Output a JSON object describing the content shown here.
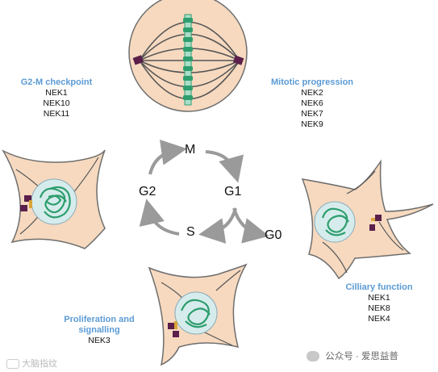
{
  "phases": {
    "m": "M",
    "g1": "G1",
    "s": "S",
    "g2": "G2",
    "g0": "G0"
  },
  "groups": {
    "g2m": {
      "title": "G2-M checkpoint",
      "genes": [
        "NEK1",
        "NEK10",
        "NEK11"
      ]
    },
    "mitotic": {
      "title": "Mitotic progression",
      "genes": [
        "NEK2",
        "NEK6",
        "NEK7",
        "NEK9"
      ]
    },
    "prolif": {
      "title_line1": "Proliferation and",
      "title_line2": "signalling",
      "genes": [
        "NEK3"
      ]
    },
    "cilia": {
      "title": "Cilliary function",
      "genes": [
        "NEK1",
        "NEK8",
        "NEK4"
      ]
    }
  },
  "watermark_left": "大脑指纹",
  "footer": "公众号 · 爱思益普",
  "colors": {
    "cell_fill": "#f6d9bf",
    "cell_stroke": "#6e6e6e",
    "nucleus_fill": "#d6ecec",
    "chromatin": "#2e9e6e",
    "centrosome": "#5a1f4a",
    "arrow": "#9a9a9a",
    "title_blue": "#5b9bd5"
  }
}
